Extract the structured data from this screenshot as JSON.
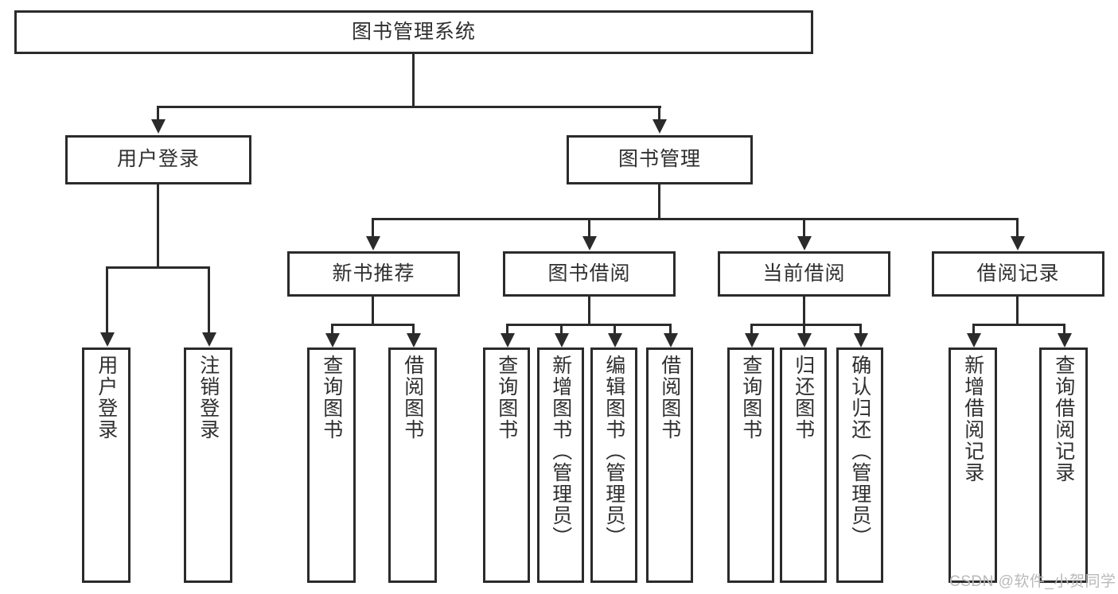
{
  "diagram": {
    "type": "tree",
    "title": "图书管理系统",
    "root": {
      "label": "图书管理系统"
    },
    "level2": [
      {
        "label": "用户登录"
      },
      {
        "label": "图书管理"
      }
    ],
    "level3": [
      {
        "label": "新书推荐"
      },
      {
        "label": "图书借阅"
      },
      {
        "label": "当前借阅"
      },
      {
        "label": "借阅记录"
      }
    ],
    "leaves": {
      "user_login": [
        {
          "label": "用户登录"
        },
        {
          "label": "注销登录"
        }
      ],
      "new_book_recommend": [
        {
          "label": "查询图书"
        },
        {
          "label": "借阅图书"
        }
      ],
      "book_borrow": [
        {
          "label": "查询图书"
        },
        {
          "label": "新增图书（管理员）"
        },
        {
          "label": "编辑图书（管理员）"
        },
        {
          "label": "借阅图书"
        }
      ],
      "current_borrow": [
        {
          "label": "查询图书"
        },
        {
          "label": "归还图书"
        },
        {
          "label": "确认归还（管理员）"
        }
      ],
      "borrow_record": [
        {
          "label": "新增借阅记录"
        },
        {
          "label": "查询借阅记录"
        }
      ]
    }
  },
  "watermark": {
    "text": "CSDN @软件_小贺同学"
  },
  "colors": {
    "stroke": "#2b2b2b",
    "text": "#2f2f2f",
    "background": "#ffffff",
    "watermark": "#b9b9b9"
  }
}
